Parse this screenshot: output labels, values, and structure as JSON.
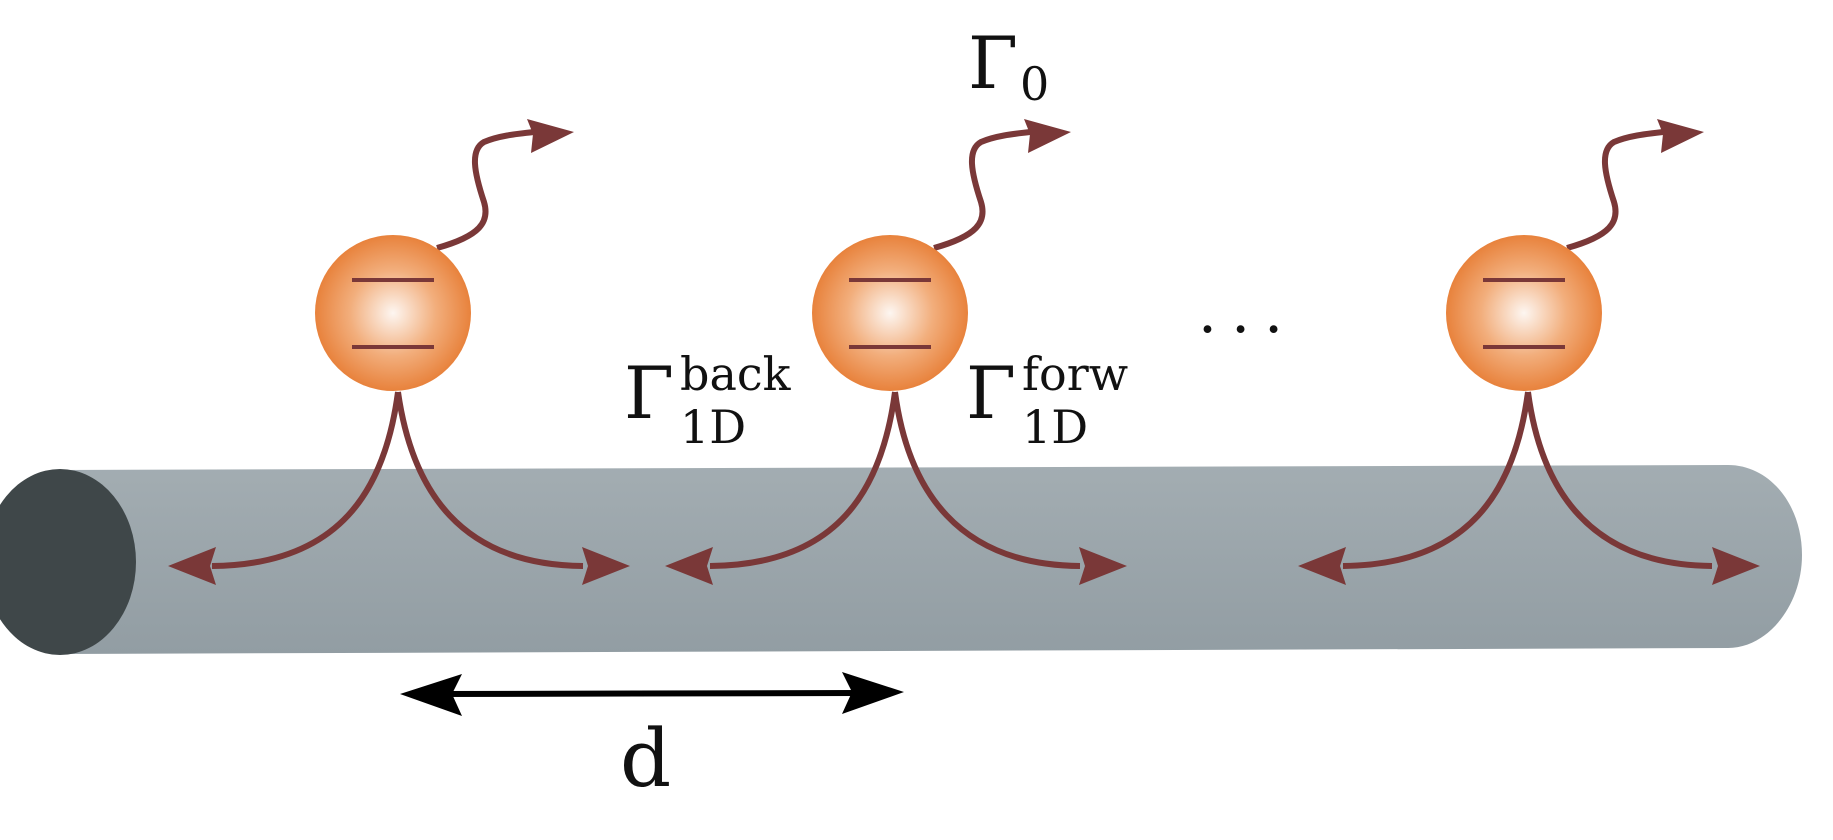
{
  "labels": {
    "gamma0_symbol": "Γ",
    "gamma0_sub": "0",
    "back_symbol": "Γ",
    "back_sup": "back",
    "back_sub": "1D",
    "forw_symbol": "Γ",
    "forw_sup": "forw",
    "forw_sub": "1D",
    "ellipsis": "···",
    "spacing": "d"
  },
  "colors": {
    "waveguide": "#97a2a8",
    "waveguide_end": "#3f4749",
    "atom_edge": "#e8823c",
    "atom_center": "#fdf3ec",
    "decay_arrow": "#7a3838",
    "spacing_arrow": "#000000"
  },
  "atoms": [
    {
      "name": "atom-1"
    },
    {
      "name": "atom-2"
    },
    {
      "name": "atom-3"
    }
  ]
}
